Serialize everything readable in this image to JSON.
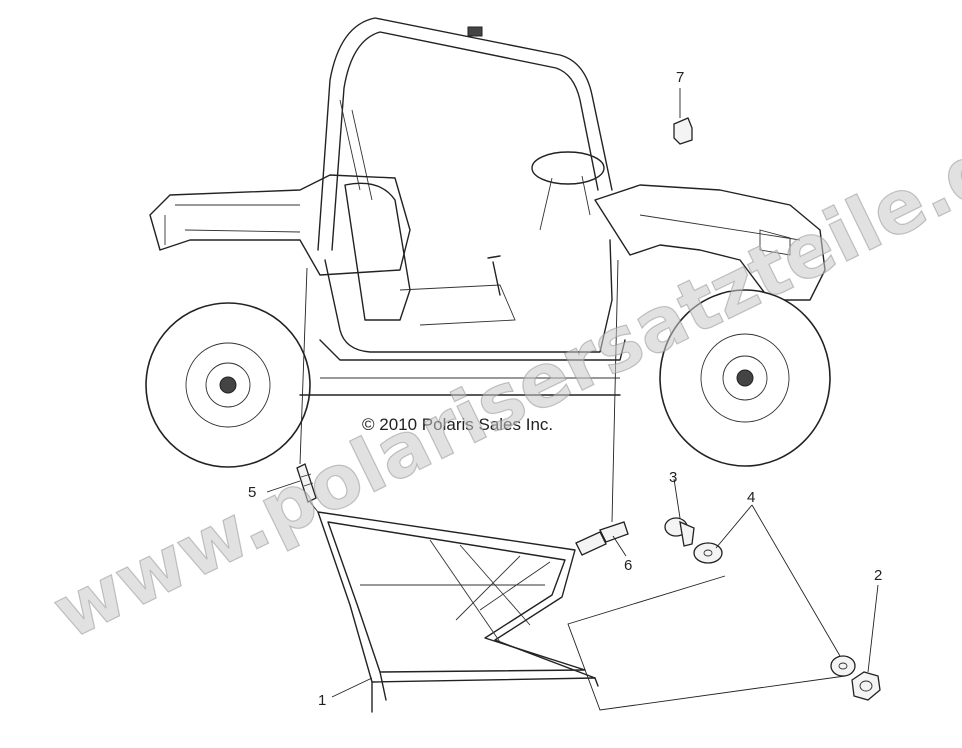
{
  "copyright": "© 2010 Polaris Sales Inc.",
  "watermark": "www.polarisersatzteile.de",
  "callouts": [
    "1",
    "2",
    "3",
    "4",
    "5",
    "6",
    "7"
  ],
  "colors": {
    "line": "#222222",
    "watermark": "#c8c8c8",
    "background": "#ffffff"
  }
}
